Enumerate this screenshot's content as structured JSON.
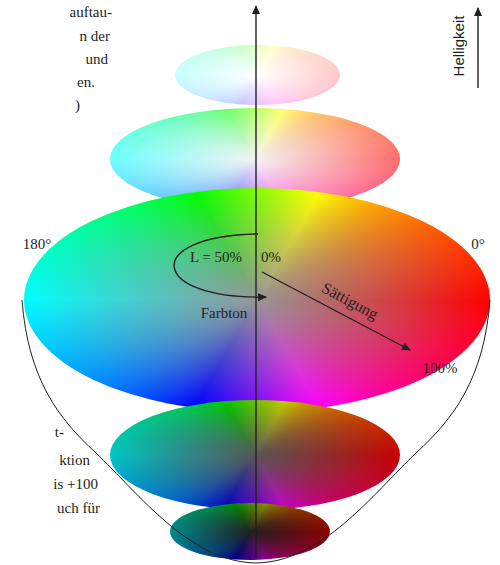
{
  "diagram": {
    "labels": [
      "auftau-",
      "n der",
      "und",
      "en.",
      ")",
      "Helligkeit",
      "180°",
      "L = 50%",
      "0%",
      "Sättigung",
      "Farbton",
      "0°",
      "100%",
      "t-",
      "ktion",
      "is +100",
      "uch für"
    ]
  }
}
